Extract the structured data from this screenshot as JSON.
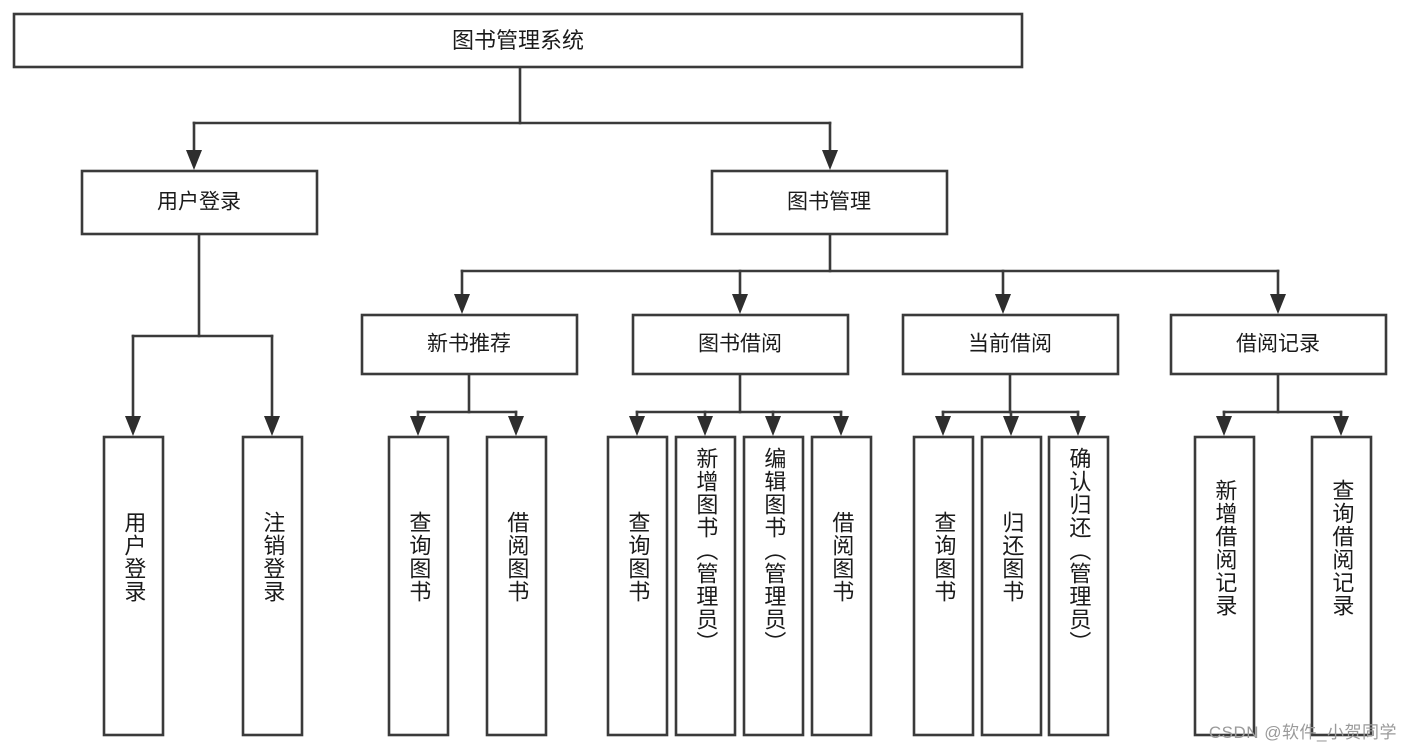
{
  "diagram": {
    "type": "tree-hierarchy",
    "title": "图书管理系统",
    "watermark": "CSDN @软件_小贺同学",
    "colors": {
      "box_stroke": "#3a3a3a",
      "box_fill": "#ffffff",
      "connector": "#3a3a3a",
      "text": "#1b1b1b",
      "watermark": "#9a9a9a",
      "background": "#ffffff"
    },
    "root": {
      "label": "图书管理系统"
    },
    "level1": [
      {
        "label": "用户登录"
      },
      {
        "label": "图书管理"
      }
    ],
    "level2": [
      {
        "label": "新书推荐"
      },
      {
        "label": "图书借阅"
      },
      {
        "label": "当前借阅"
      },
      {
        "label": "借阅记录"
      }
    ],
    "leaves": {
      "user_login": [
        {
          "label": "用户登录"
        },
        {
          "label": "注销登录"
        }
      ],
      "new_book_recommend": [
        {
          "label": "查询图书"
        },
        {
          "label": "借阅图书"
        }
      ],
      "book_borrow": [
        {
          "label": "查询图书"
        },
        {
          "label": "新增图书（管理员）"
        },
        {
          "label": "编辑图书（管理员）"
        },
        {
          "label": "借阅图书"
        }
      ],
      "current_borrow": [
        {
          "label": "查询图书"
        },
        {
          "label": "归还图书"
        },
        {
          "label": "确认归还（管理员）"
        }
      ],
      "borrow_records": [
        {
          "label": "新增借阅记录"
        },
        {
          "label": "查询借阅记录"
        }
      ]
    }
  }
}
